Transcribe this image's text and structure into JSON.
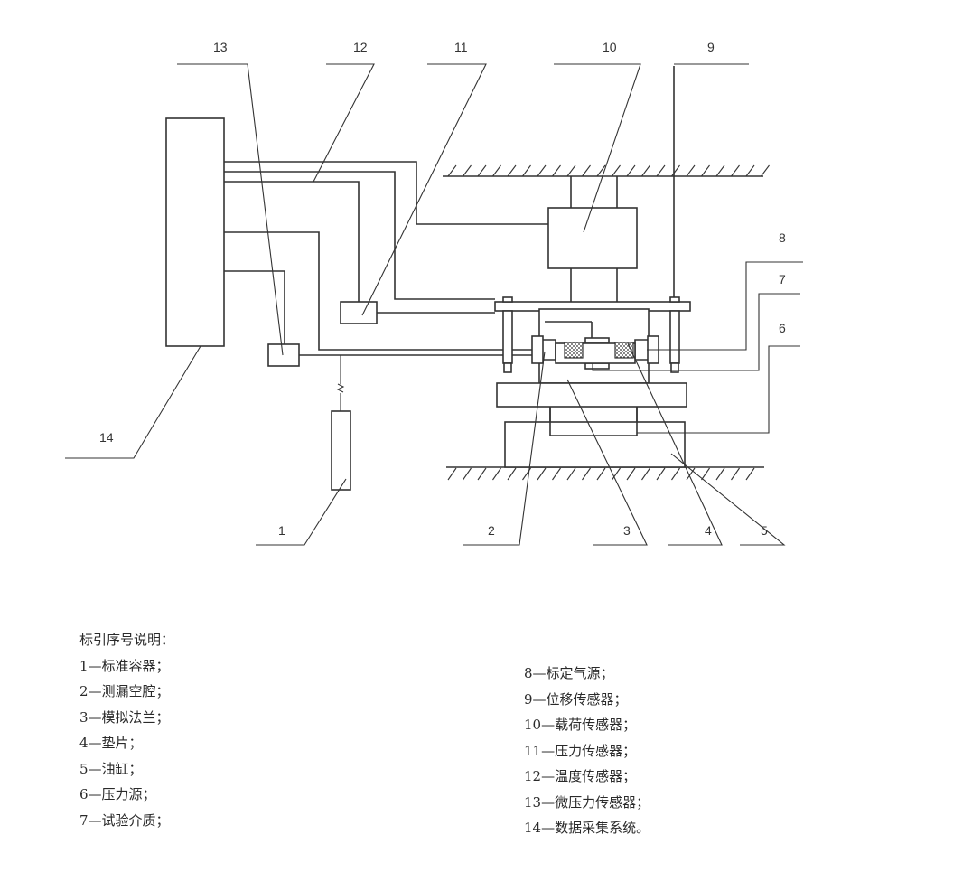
{
  "diagram": {
    "title": "标引序号说明：",
    "callout_numbers": [
      "1",
      "2",
      "3",
      "4",
      "5",
      "6",
      "7",
      "8",
      "9",
      "10",
      "11",
      "12",
      "13",
      "14"
    ],
    "components": [
      {
        "id": "1",
        "name": "标准容器"
      },
      {
        "id": "2",
        "name": "测漏空腔"
      },
      {
        "id": "3",
        "name": "模拟法兰"
      },
      {
        "id": "4",
        "name": "垫片"
      },
      {
        "id": "5",
        "name": "油缸"
      },
      {
        "id": "6",
        "name": "压力源"
      },
      {
        "id": "7",
        "name": "试验介质"
      },
      {
        "id": "8",
        "name": "标定气源"
      },
      {
        "id": "9",
        "name": "位移传感器"
      },
      {
        "id": "10",
        "name": "载荷传感器"
      },
      {
        "id": "11",
        "name": "压力传感器"
      },
      {
        "id": "12",
        "name": "温度传感器"
      },
      {
        "id": "13",
        "name": "微压力传感器"
      },
      {
        "id": "14",
        "name": "数据采集系统"
      }
    ]
  },
  "legend": {
    "heading": "标引序号说明：",
    "left": [
      "1—标准容器；",
      "2—测漏空腔；",
      "3—模拟法兰；",
      "4—垫片；",
      "5—油缸；",
      "6—压力源；",
      "7—试验介质；"
    ],
    "right": [
      "8—标定气源；",
      "9—位移传感器；",
      "10—载荷传感器；",
      "11—压力传感器；",
      "12—温度传感器；",
      "13—微压力传感器；",
      "14—数据采集系统。"
    ]
  }
}
